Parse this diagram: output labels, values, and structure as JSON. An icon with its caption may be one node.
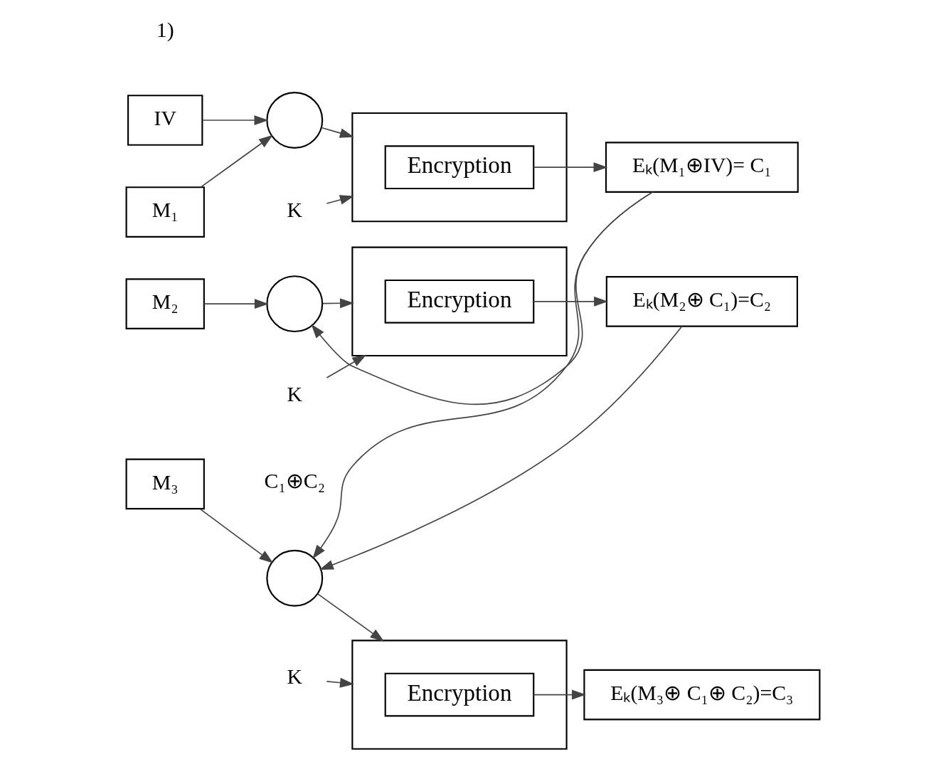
{
  "diagram": {
    "nodes": [
      {
        "text": [
          "IV"
        ]
      },
      {
        "text": [
          "M₁"
        ]
      },
      {
        "text": [],
        "shape": "circle"
      },
      {
        "text": [],
        "shape": "box"
      },
      {
        "text": [
          "Encryption"
        ],
        "in": 3
      },
      {
        "text": [
          "K"
        ]
      },
      {
        "text": [
          "Eₖ(M₁⊕IV)= C₁"
        ]
      },
      {
        "text": [
          "M₂"
        ]
      },
      {
        "text": [],
        "shape": "circle"
      },
      {
        "text": [],
        "shape": "box"
      },
      {
        "text": [
          "Encryption"
        ],
        "in": 9
      },
      {
        "text": [
          "K"
        ]
      },
      {
        "text": [
          "Eₖ(M₂⊕ C₁)=C₂"
        ]
      },
      {
        "text": [
          "M₃"
        ]
      },
      {
        "text": [],
        "shape": "circle"
      },
      {
        "text": [],
        "shape": "box"
      },
      {
        "text": [
          "Encryption"
        ],
        "in": 15
      },
      {
        "text": [
          "K"
        ]
      },
      {
        "text": [
          "Eₖ(M₃⊕ C₁⊕ C₂)=C₃"
        ]
      }
    ],
    "edges": [
      {
        "from": 0,
        "to": 2,
        "arrow": "to"
      },
      {
        "from": 1,
        "to": 2,
        "arrow": "to"
      },
      {
        "from": 2,
        "to": 3,
        "arrow": "to"
      },
      {
        "from": 5,
        "to": 3,
        "arrow": "to"
      },
      {
        "from": 4,
        "to": 6,
        "arrow": "to"
      },
      {
        "from": 6,
        "to": 8,
        "arrow": "to"
      },
      {
        "from": 7,
        "to": 8,
        "arrow": "to"
      },
      {
        "from": 8,
        "to": 9,
        "arrow": "to"
      },
      {
        "from": 11,
        "to": 9,
        "arrow": "to"
      },
      {
        "from": 10,
        "to": 12,
        "arrow": "to"
      },
      {
        "from": 6,
        "to": 14,
        "arrow": "to"
      },
      {
        "from": 12,
        "to": 14,
        "arrow": "to"
      },
      {
        "from": 13,
        "to": 14,
        "arrow": "to"
      },
      {
        "from": 14,
        "to": 15,
        "arrow": "to"
      },
      {
        "from": 17,
        "to": 15,
        "arrow": "to"
      },
      {
        "from": 16,
        "to": 18,
        "arrow": "to"
      }
    ],
    "labels": [
      "1)",
      "C₁⊕C₂"
    ]
  }
}
